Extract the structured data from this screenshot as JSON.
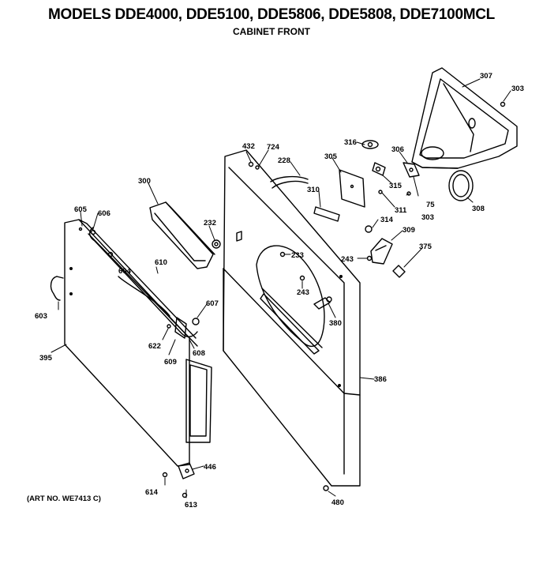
{
  "header": {
    "title": "MODELS DDE4000, DDE5100, DDE5806, DDE5808, DDE7100MCL",
    "subtitle": "CABINET FRONT"
  },
  "footer": {
    "art_no": "(ART NO. WE7413 C)"
  },
  "parts": {
    "p307": "307",
    "p303a": "303",
    "p316": "316",
    "p306": "306",
    "p305": "305",
    "p315": "315",
    "p75": "75",
    "p303b": "303",
    "p308": "308",
    "p310": "310",
    "p311": "311",
    "p314": "314",
    "p309": "309",
    "p375": "375",
    "p243a": "243",
    "p432": "432",
    "p724": "724",
    "p228": "228",
    "p300": "300",
    "p232": "232",
    "p233": "233",
    "p243b": "243",
    "p380": "380",
    "p605": "605",
    "p606": "606",
    "p604": "604",
    "p610": "610",
    "p603": "603",
    "p607": "607",
    "p622": "622",
    "p608": "608",
    "p609": "609",
    "p395": "395",
    "p386": "386",
    "p446": "446",
    "p614": "614",
    "p613": "613",
    "p480": "480"
  }
}
